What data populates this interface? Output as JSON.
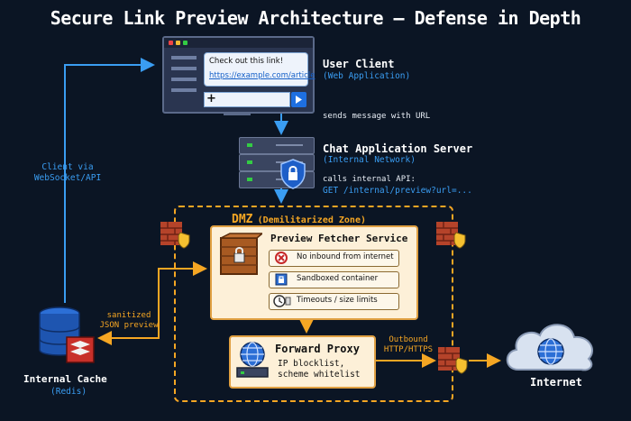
{
  "title": "Secure Link Preview Architecture – Defense in Depth",
  "user_client": {
    "name": "User Client",
    "sub": "(Web Application)",
    "chat_text": "Check out this link!",
    "chat_link": "https://example.com/article",
    "plus": "+"
  },
  "edge_send": "sends message with URL",
  "chat_server": {
    "name": "Chat Application Server",
    "sub": "(Internal Network)"
  },
  "edge_api": {
    "line1": "calls internal API:",
    "line2": "GET /internal/preview?url=..."
  },
  "dmz_title": {
    "main": "DMZ",
    "sub": "(Demilitarized Zone)"
  },
  "preview_service": {
    "name": "Preview Fetcher Service",
    "features": [
      "No inbound from internet",
      "Sandboxed container",
      "Timeouts / size limits"
    ]
  },
  "forward_proxy": {
    "name": "Forward Proxy",
    "line1": "IP blocklist,",
    "line2": "scheme whitelist"
  },
  "edge_outbound": {
    "line1": "Outbound",
    "line2": "HTTP/HTTPS"
  },
  "internet": "Internet",
  "edge_ws": {
    "line1": "Client via",
    "line2": "WebSocket/API"
  },
  "edge_json": {
    "line1": "sanitized",
    "line2": "JSON preview"
  },
  "cache": {
    "name": "Internal Cache",
    "sub": "(Redis)"
  },
  "colors": {
    "accent_blue": "#3a9df2",
    "accent_orange": "#f5a623",
    "background": "#0b1524"
  }
}
